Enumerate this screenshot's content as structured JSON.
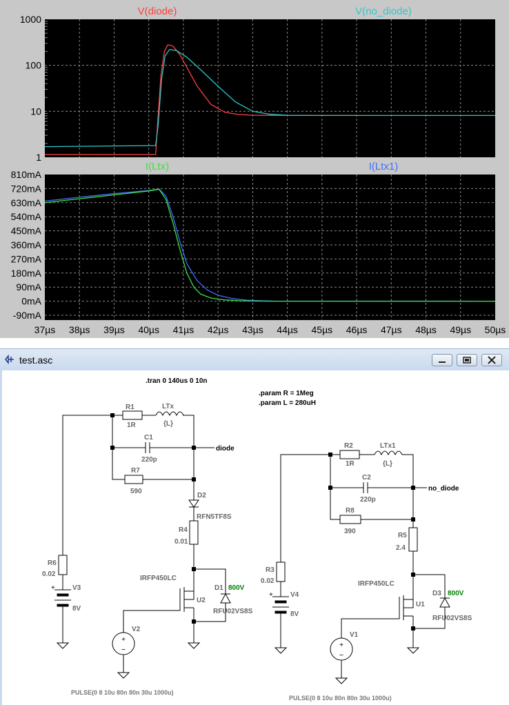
{
  "chart_data": [
    {
      "type": "line",
      "yscale": "log",
      "ylim": [
        1,
        1000
      ],
      "xlim": [
        37,
        50
      ],
      "ytick_labels": [
        "1000",
        "100",
        "10",
        "1"
      ],
      "ytick_values": [
        1000,
        100,
        10,
        1
      ],
      "series": [
        {
          "name": "V(diode)",
          "color": "#ff4040",
          "x": [
            37,
            40.2,
            40.25,
            40.35,
            40.45,
            40.55,
            40.7,
            40.9,
            41.1,
            41.4,
            41.8,
            42.2,
            42.6,
            43,
            44,
            45,
            46
          ],
          "y": [
            1.15,
            1.15,
            5,
            60,
            200,
            280,
            260,
            170,
            90,
            35,
            14,
            9.5,
            8.5,
            8.2,
            8.1,
            8.1,
            8.1
          ]
        },
        {
          "name": "V(no_diode)",
          "color": "#30c8c8",
          "x": [
            37,
            40.2,
            40.27,
            40.37,
            40.47,
            40.6,
            40.8,
            41.1,
            41.5,
            42,
            42.5,
            43,
            43.5,
            44,
            45,
            46,
            48,
            50
          ],
          "y": [
            1.7,
            1.8,
            5,
            50,
            160,
            220,
            210,
            150,
            80,
            35,
            16,
            10,
            8.6,
            8.2,
            8.1,
            8.1,
            8.1,
            8.1
          ]
        }
      ]
    },
    {
      "type": "line",
      "ylim": [
        -90,
        810
      ],
      "xlim": [
        37,
        50
      ],
      "ytick_labels": [
        "810mA",
        "720mA",
        "630mA",
        "540mA",
        "450mA",
        "360mA",
        "270mA",
        "180mA",
        "90mA",
        "0mA",
        "-90mA"
      ],
      "ytick_values": [
        810,
        720,
        630,
        540,
        450,
        360,
        270,
        180,
        90,
        0,
        -90
      ],
      "xtick_labels": [
        "37µs",
        "38µs",
        "39µs",
        "40µs",
        "41µs",
        "42µs",
        "43µs",
        "44µs",
        "45µs",
        "46µs",
        "47µs",
        "48µs",
        "49µs",
        "50µs"
      ],
      "xtick_values": [
        37,
        38,
        39,
        40,
        41,
        42,
        43,
        44,
        45,
        46,
        47,
        48,
        49,
        50
      ],
      "series": [
        {
          "name": "I(Ltx)",
          "color": "#40e040",
          "x": [
            37,
            38,
            39,
            40,
            40.3,
            40.5,
            40.7,
            40.9,
            41.1,
            41.3,
            41.5,
            41.8,
            42.2,
            42.6,
            43,
            43.5,
            50
          ],
          "y": [
            630,
            655,
            680,
            705,
            715,
            650,
            500,
            330,
            180,
            90,
            45,
            20,
            8,
            3,
            1,
            0,
            0
          ]
        },
        {
          "name": "I(Ltx1)",
          "color": "#4070ff",
          "x": [
            37,
            38,
            39,
            40,
            40.3,
            40.5,
            40.7,
            40.9,
            41.1,
            41.4,
            41.7,
            42,
            42.4,
            42.8,
            43.2,
            43.6,
            50
          ],
          "y": [
            640,
            665,
            688,
            708,
            718,
            670,
            540,
            380,
            240,
            130,
            70,
            38,
            17,
            7,
            3,
            1,
            0
          ]
        }
      ]
    }
  ],
  "window": {
    "title": "test.asc"
  },
  "schematic": {
    "directives": {
      "tran": ".tran 0 140us 0 10n",
      "param_r": ".param R = 1Meg",
      "param_l": ".param L = 280uH"
    },
    "left": {
      "r1_name": "R1",
      "r1_value": "1R",
      "ltx_name": "LTx",
      "ltx_value": "{L}",
      "c1_name": "C1",
      "c1_value": "220p",
      "net_label": "diode",
      "r7_name": "R7",
      "r7_value": "590",
      "d2_name": "D2",
      "d2_value": "RFN5TF8S",
      "r4_name": "R4",
      "r4_value": "0.01",
      "r6_name": "R6",
      "r6_value": "0.02",
      "v3_name": "V3",
      "v3_value": "8V",
      "mosfet_model": "IRFP450LC",
      "u2_name": "U2",
      "d1_name": "D1",
      "d1_rating": "800V",
      "d1_value": "RFU02VS8S",
      "v2_name": "V2",
      "pulse": "PULSE(0 8 10u 80n 80n 30u 1000u)"
    },
    "right": {
      "r2_name": "R2",
      "r2_value": "1R",
      "ltx1_name": "LTx1",
      "ltx1_value": "{L}",
      "c2_name": "C2",
      "c2_value": "220p",
      "net_label": "no_diode",
      "r8_name": "R8",
      "r8_value": "390",
      "r5_name": "R5",
      "r5_value": "2.4",
      "r3_name": "R3",
      "r3_value": "0.02",
      "v4_name": "V4",
      "v4_value": "8V",
      "mosfet_model": "IRFP450LC",
      "u1_name": "U1",
      "d3_name": "D3",
      "d3_rating": "800V",
      "d3_value": "RFU02VS8S",
      "v1_name": "V1",
      "pulse": "PULSE(0 8 10u 80n 80n 30u 1000u)"
    }
  }
}
